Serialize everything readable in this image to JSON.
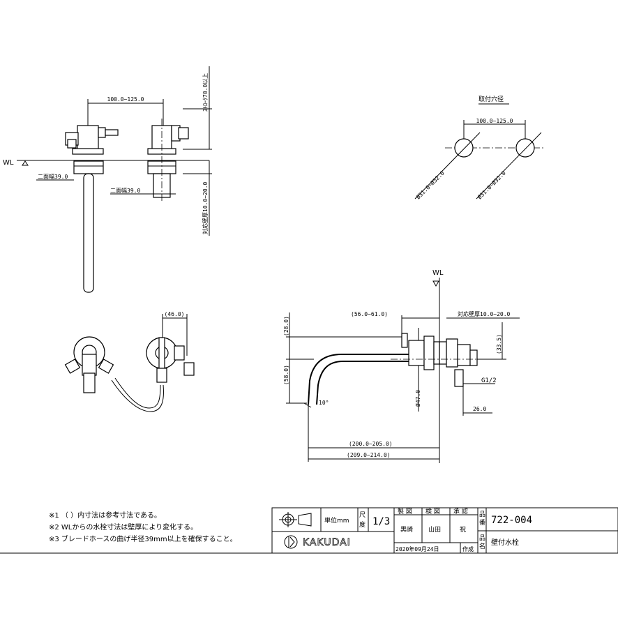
{
  "top_view": {
    "dim_width": "100.0~125.0",
    "dim_stroke": "ｽﾄﾛｰｸ70.0以上",
    "wl_label": "WL",
    "dim_hex_left": "二面幅39.0",
    "dim_hex_right": "二面幅39.0",
    "dim_wall": "対応壁厚10.0~20.0"
  },
  "hole_view": {
    "title": "取付穴径",
    "dim_width": "100.0~125.0",
    "dia_left": "Ø31.0~Ø32.0",
    "dia_right": "Ø31.0~Ø32.0"
  },
  "detail_view": {
    "dim_46": "(46.0)"
  },
  "side_view": {
    "wl_label": "WL",
    "dim_offset": "(56.0~61.0)",
    "dim_wall": "対応壁厚10.0~20.0",
    "dim_28": "(28.0)",
    "dim_33": "(33.5)",
    "dim_58": "(58.0)",
    "dim_dia47": "Ø47.0",
    "dim_thread": "G1/2",
    "dim_angle": "10°",
    "dim_26": "26.0",
    "dim_spout": "(200.0~205.0)",
    "dim_overall": "(209.0~214.0)"
  },
  "notes": [
    "※1 （ ）内寸法は参考寸法である。",
    "※2 WLからの水栓寸法は壁厚により変化する。",
    "※3 ブレードホースの曲げ半径39mm以上を確保すること。"
  ],
  "title_block": {
    "unit": "単位mm",
    "scale_label_1": "尺",
    "scale_label_2": "度",
    "scale": "1/3",
    "drawn_h": "製 図",
    "check_h": "検 図",
    "approve_h": "承 認",
    "drawn": "黒崎",
    "check": "山田",
    "approve": "祝",
    "date": "2020年09月24日",
    "made": "作成",
    "no_label_1": "品",
    "no_label_2": "番",
    "part_no": "722-004",
    "name_label_1": "品",
    "name_label_2": "名",
    "part_name": "壁付水栓",
    "brand": "KAKUDAI"
  }
}
